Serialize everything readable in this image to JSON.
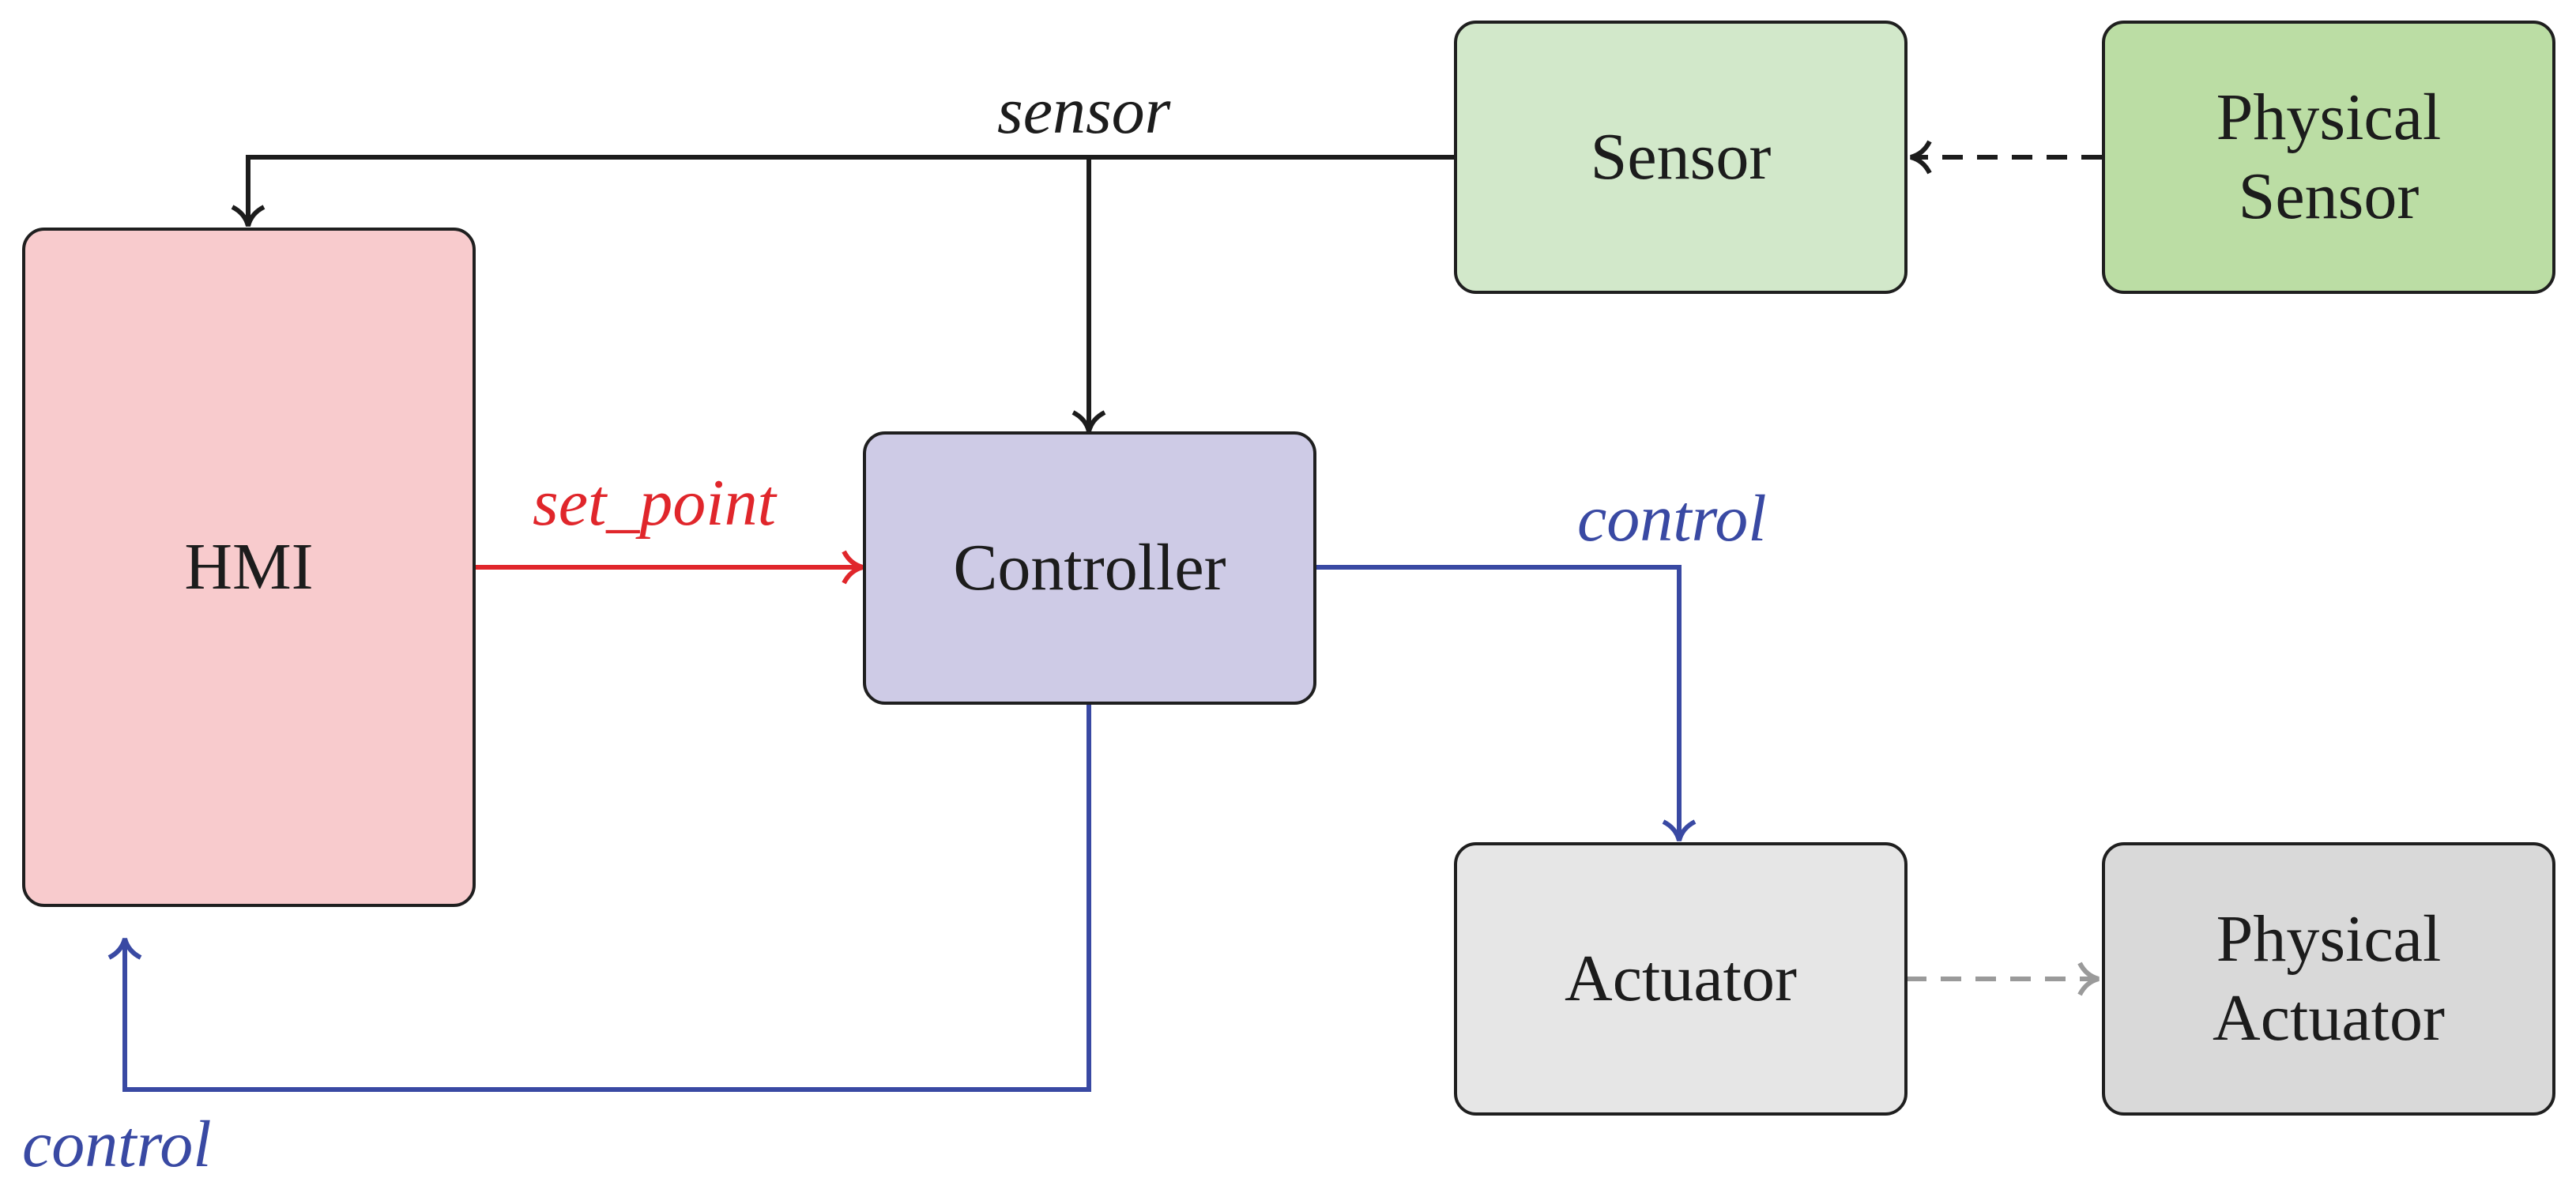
{
  "blocks": {
    "hmi": "HMI",
    "controller": "Controller",
    "sensor": "Sensor",
    "physical_sensor": {
      "line1": "Physical",
      "line2": "Sensor"
    },
    "actuator": "Actuator",
    "physical_actuator": {
      "line1": "Physical",
      "line2": "Actuator"
    }
  },
  "edges": {
    "sensor_signal": "sensor",
    "set_point": "set_point",
    "control_to_actuator": "control",
    "control_to_hmi": "control"
  },
  "colors": {
    "hmi_fill": "#f8cbcd",
    "controller_fill": "#cecbe6",
    "sensor_fill": "#d2e8ca",
    "physical_sensor_fill": "#bbdda4",
    "actuator_fill": "#e6e6e6",
    "physical_actuator_fill": "#d9d9d9",
    "black_wire": "#1c1c1c",
    "set_point_wire": "#e0262b",
    "control_wire": "#3949a3",
    "actuation_dashed_wire": "#9a9a9a"
  }
}
